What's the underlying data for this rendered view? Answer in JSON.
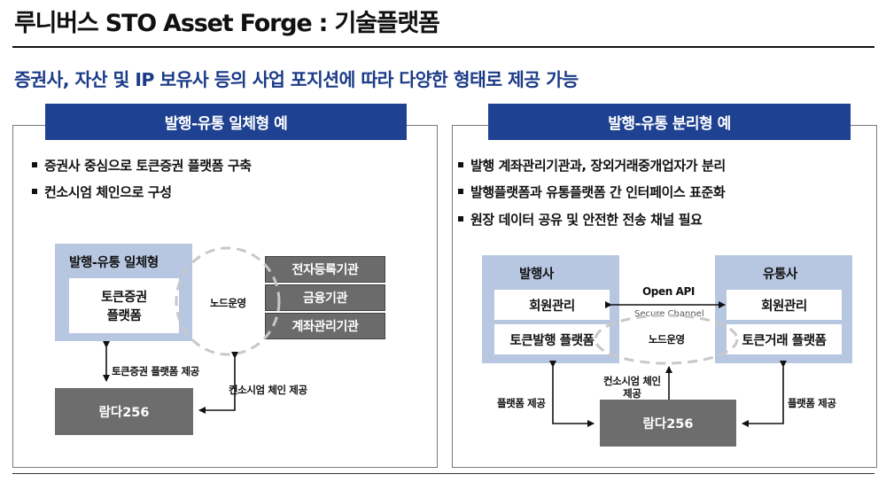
{
  "header": {
    "title": "루니버스 STO Asset Forge : 기술플랫폼",
    "subtitle": "증권사, 자산 및 IP 보유사 등의 사업 포지션에 따라 다양한 형태로 제공 가능"
  },
  "left": {
    "banner": "발행-유통 일체형 예",
    "bullets": [
      "증권사 중심으로 토큰증권 플랫폼 구축",
      "컨소시엄 체인으로 구성"
    ],
    "group_label": "발행-유통 일체형",
    "platform_box": [
      "토큰증권",
      "플랫폼"
    ],
    "node_label": "노드운영",
    "institutions": [
      "전자등록기관",
      "금융기관",
      "계좌관리기관"
    ],
    "lambda": "람다256",
    "arrow_label_1": "토큰증권 플랫폼 제공",
    "arrow_label_2": "컨소시엄 체인 제공"
  },
  "right": {
    "banner": "발행-유통 분리형 예",
    "bullets": [
      "발행 계좌관리기관과, 장외거래중개업자가 분리",
      "발행플랫폼과 유통플랫폼 간 인터페이스 표준화",
      "원장 데이터 공유 및 안전한 전송 채널 필요"
    ],
    "issuer": {
      "title": "발행사",
      "member": "회원관리",
      "platform": "토큰발행 플랫폼"
    },
    "distributor": {
      "title": "유통사",
      "member": "회원관리",
      "platform": "토큰거래 플랫폼"
    },
    "open_api": "Open API",
    "secure_channel": "Secure Channel",
    "node_label": "노드운영",
    "lambda": "람다256",
    "platform_provide_left": "플랫폼 제공",
    "platform_provide_right": "플랫폼 제공",
    "consortium_label": [
      "컨소시엄 체인",
      "제공"
    ]
  }
}
